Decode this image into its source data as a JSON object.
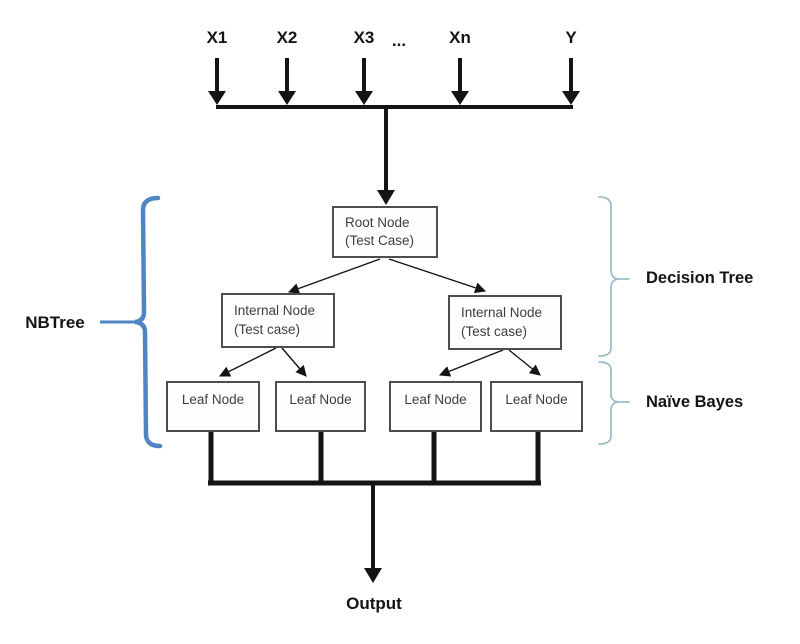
{
  "diagram": {
    "title_hint": "NBTree structure diagram",
    "inputs": {
      "labels": [
        "X1",
        "X2",
        "X3",
        "Xn",
        "Y"
      ],
      "ellipsis": "..."
    },
    "nodes": {
      "root": {
        "line1": "Root Node",
        "line2": "(Test Case)"
      },
      "internal_left": {
        "line1": "Internal Node",
        "line2": "(Test case)"
      },
      "internal_right": {
        "line1": "Internal Node",
        "line2": "(Test case)"
      },
      "leaves": [
        "Leaf Node",
        "Leaf Node",
        "Leaf Node",
        "Leaf Node"
      ]
    },
    "annotations": {
      "left_brace_label": "NBTree",
      "right_top_label": "Decision Tree",
      "right_bottom_label": "Naïve Bayes"
    },
    "output_label": "Output",
    "colors": {
      "left_brace": "#4f86c2",
      "right_brace": "#9fbccb",
      "line": "#141414",
      "box_border": "#4d4d4d",
      "box_text": "#3d3d3d"
    }
  }
}
